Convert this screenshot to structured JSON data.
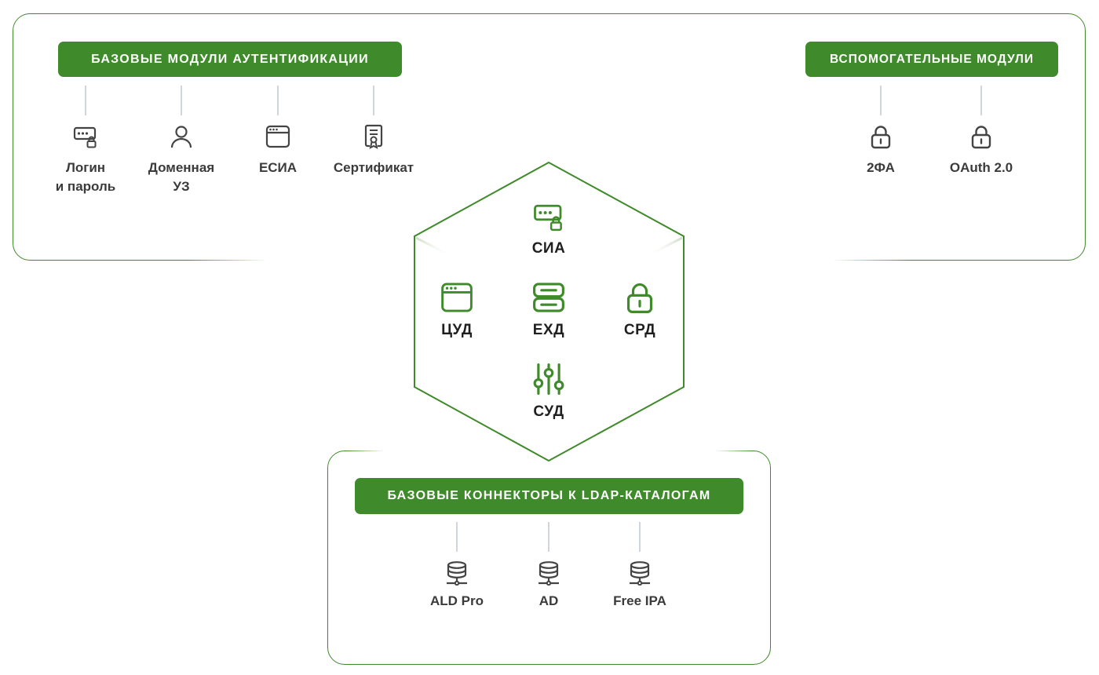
{
  "colors": {
    "accent": "#3f8a2a",
    "connector": "#d0d6dc",
    "icon_gray": "#444444"
  },
  "auth_modules": {
    "title": "БАЗОВЫЕ МОДУЛИ АУТЕНТИФИКАЦИИ",
    "items": [
      {
        "label": "Логин\nи пароль",
        "icon": "password-lock-icon"
      },
      {
        "label": "Доменная\nУЗ",
        "icon": "user-icon"
      },
      {
        "label": "ЕСИА",
        "icon": "browser-window-icon"
      },
      {
        "label": "Сертификат",
        "icon": "certificate-icon"
      }
    ]
  },
  "aux_modules": {
    "title": "ВСПОМОГАТЕЛЬНЫЕ МОДУЛИ",
    "items": [
      {
        "label": "2ФА",
        "icon": "lock-icon"
      },
      {
        "label": "OAuth 2.0",
        "icon": "lock-icon"
      }
    ]
  },
  "core": {
    "items": [
      {
        "label": "СИА",
        "icon": "password-lock-icon"
      },
      {
        "label": "ЦУД",
        "icon": "browser-window-icon"
      },
      {
        "label": "ЕХД",
        "icon": "storage-icon"
      },
      {
        "label": "СРД",
        "icon": "lock-icon"
      },
      {
        "label": "СУД",
        "icon": "sliders-icon"
      }
    ]
  },
  "ldap_connectors": {
    "title": "БАЗОВЫЕ КОННЕКТОРЫ К LDAP-КАТАЛОГАМ",
    "items": [
      {
        "label": "ALD Pro",
        "icon": "database-network-icon"
      },
      {
        "label": "AD",
        "icon": "database-network-icon"
      },
      {
        "label": "Free IPA",
        "icon": "database-network-icon"
      }
    ]
  }
}
